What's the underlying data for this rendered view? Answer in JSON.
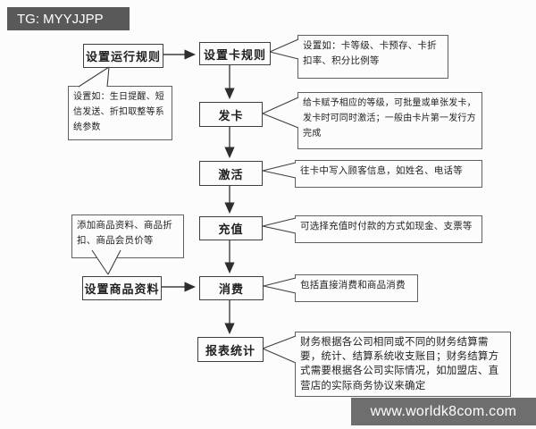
{
  "banners": {
    "top_label": "TG: MYYJJPP",
    "bottom_label": "www.worldk8com.com"
  },
  "flow": {
    "nodes": [
      {
        "id": "set-run-rules",
        "label": "设置运行规则"
      },
      {
        "id": "set-card-rules",
        "label": "设置卡规则"
      },
      {
        "id": "issue-card",
        "label": "发卡"
      },
      {
        "id": "activate",
        "label": "激活"
      },
      {
        "id": "recharge",
        "label": "充值"
      },
      {
        "id": "set-product-info",
        "label": "设置商品资料"
      },
      {
        "id": "consume",
        "label": "消费"
      },
      {
        "id": "report-stats",
        "label": "报表统计"
      }
    ],
    "callouts": [
      {
        "id": "card-rules-note",
        "text": "设置如：卡等级、卡预存、卡折扣率、积分比例等"
      },
      {
        "id": "run-rules-note",
        "text": "设置如：生日提醒、短信发送、折扣取整等系统参数"
      },
      {
        "id": "issue-card-note",
        "text": "给卡赋予相应的等级，可批量或单张发卡，发卡时可同时激活；一般由卡片第一发行方完成"
      },
      {
        "id": "activate-note",
        "text": "往卡中写入顾客信息，如姓名、电话等"
      },
      {
        "id": "recharge-note",
        "text": "可选择充值时付款的方式如现金、支票等"
      },
      {
        "id": "product-note",
        "text": "添加商品资料、商品折扣、商品会员价等"
      },
      {
        "id": "consume-note",
        "text": "包括直接消费和商品消费"
      },
      {
        "id": "report-note",
        "text": "财务根据各公司相同或不同的财务结算需要，统计、结算系统收支账目；财务结算方式需要根据各公司实际情况，如加盟店、直营店的实际商务协议来确定"
      }
    ]
  },
  "colors": {
    "banner_top_bg": "#595959",
    "banner_bottom_bg": "#6e6e6e",
    "diagram_line": "#3f3f3f",
    "background": "#fcfcfc"
  }
}
